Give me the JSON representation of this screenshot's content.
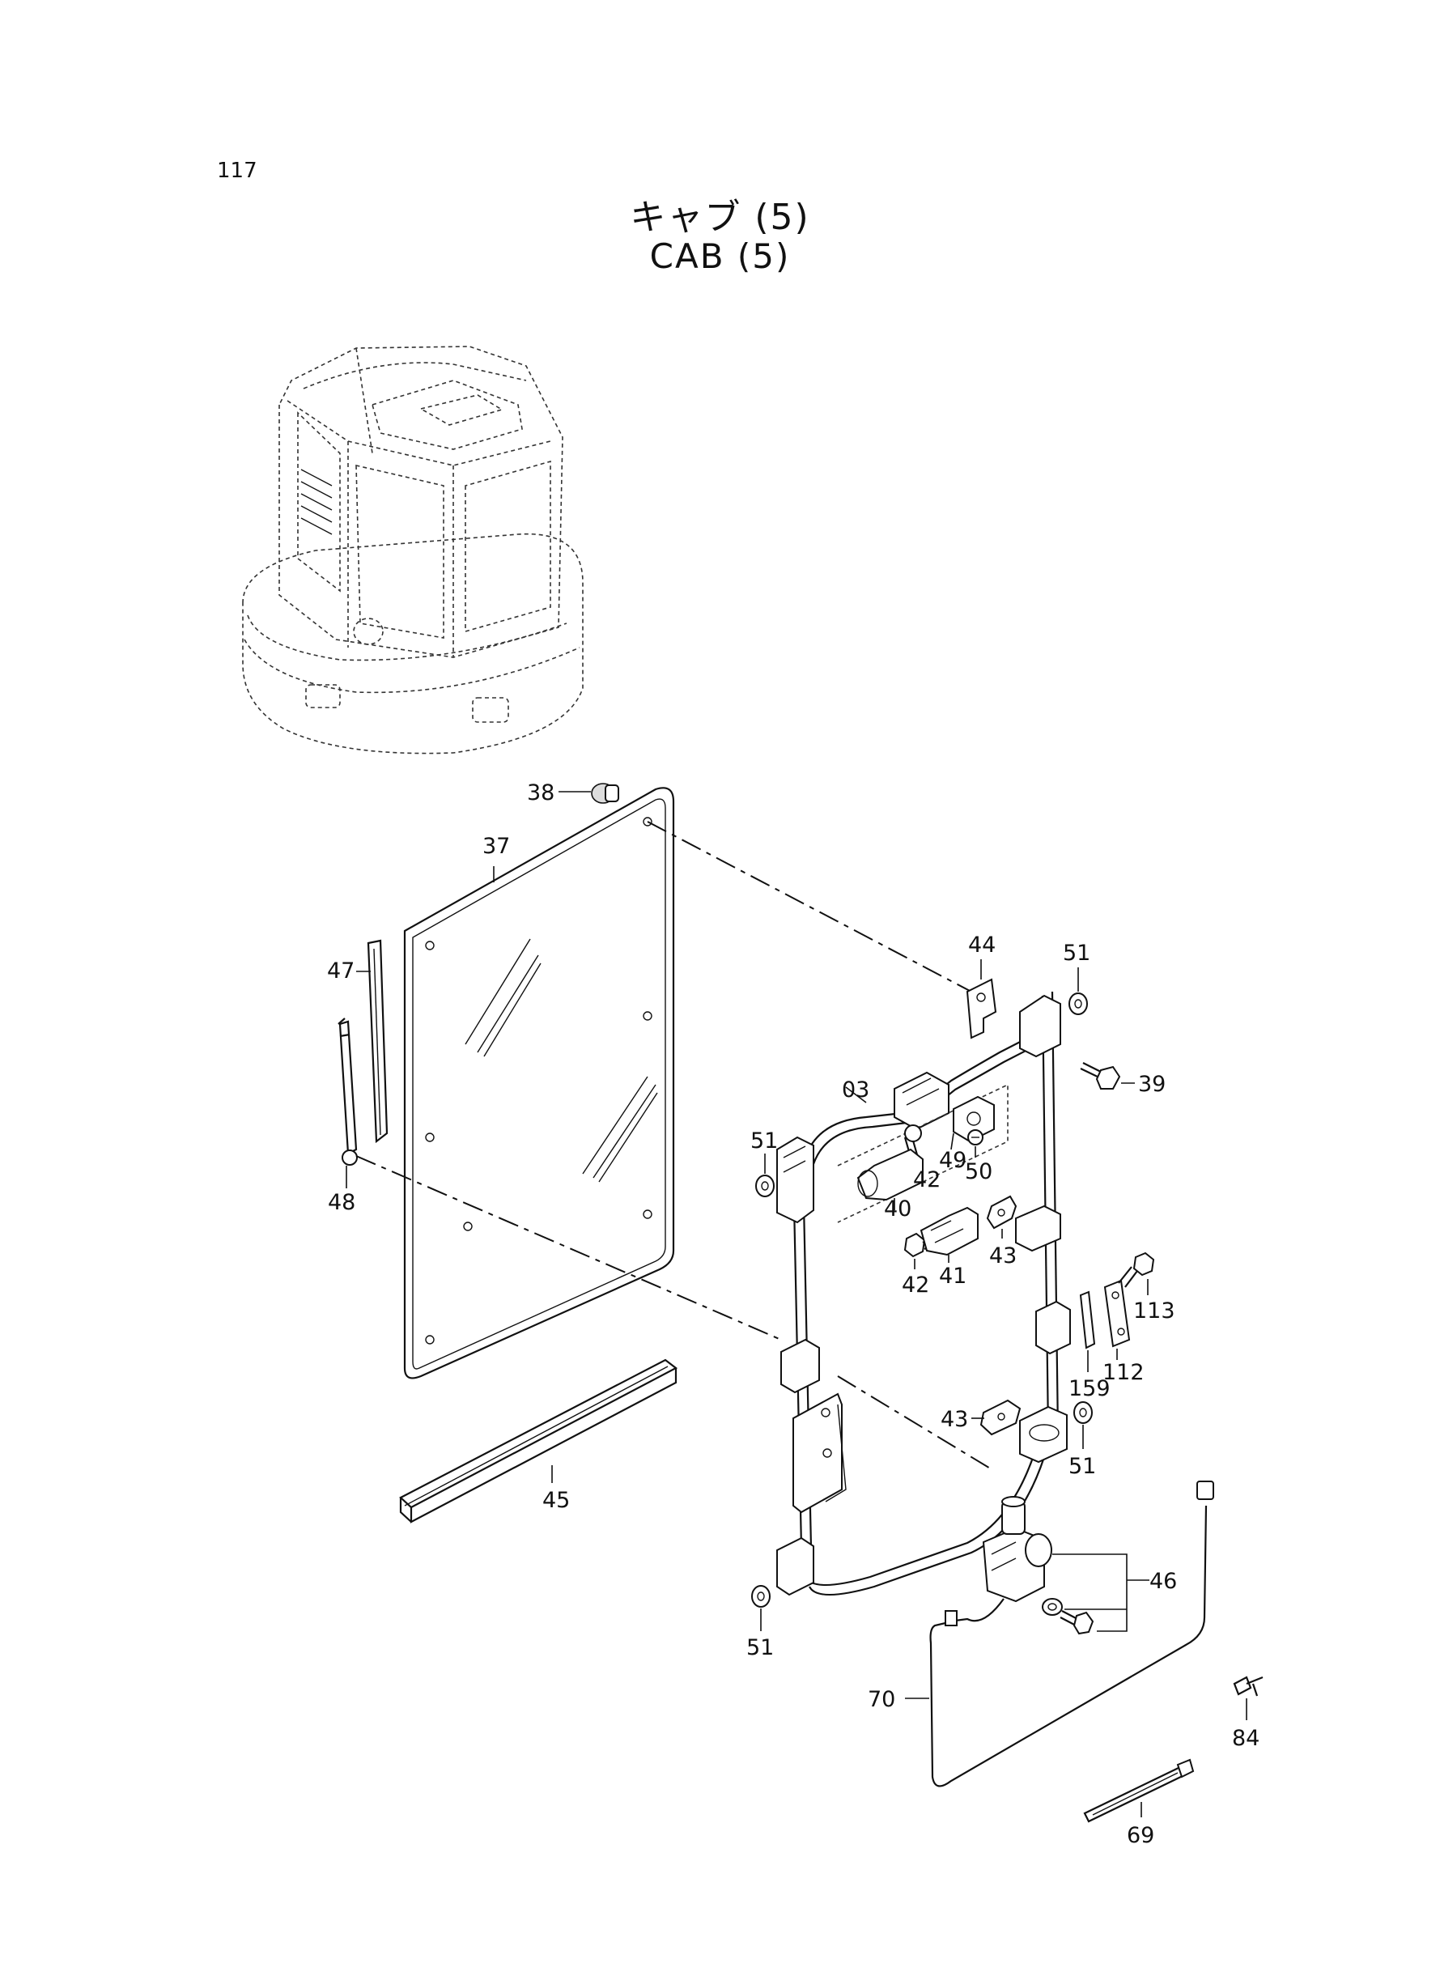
{
  "page": {
    "number": "117",
    "title_jp": "キャブ (5)",
    "title_en": "CAB (5)"
  },
  "part_labels": {
    "p38": "38",
    "p37": "37",
    "p47": "47",
    "p48": "48",
    "p45": "45",
    "p44": "44",
    "p51a": "51",
    "p39": "39",
    "p03": "03",
    "p51b": "51",
    "p49": "49",
    "p50": "50",
    "p42a": "42",
    "p40": "40",
    "p43a": "43",
    "p41": "41",
    "p42b": "42",
    "p113": "113",
    "p112": "112",
    "p159": "159",
    "p43b": "43",
    "p51c": "51",
    "p46": "46",
    "p51d": "51",
    "p70": "70",
    "p84": "84",
    "p69": "69"
  }
}
